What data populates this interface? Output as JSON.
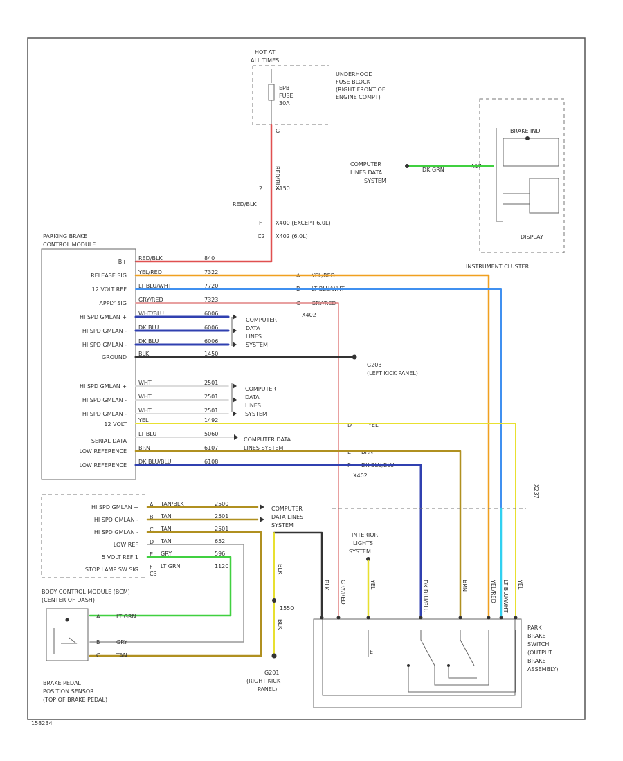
{
  "fuse_block": {
    "hot_label": "HOT AT",
    "hot_sub": "ALL TIMES",
    "fuse_name": "EPB",
    "fuse_word": "FUSE",
    "fuse_rating": "30A",
    "title": [
      "UNDERHOOD",
      "FUSE BLOCK",
      "(RIGHT FRONT OF",
      "ENGINE COMPT)"
    ],
    "pin": "G"
  },
  "feed": {
    "wire_vertical": "RED/BLK",
    "color_label": "RED/BLK",
    "pin_a": "2",
    "conn_a": "X150",
    "pin_b": "F",
    "conn_b": "X400 (EXCEPT 6.0L)",
    "pin_c": "C2",
    "conn_c": "X402 (6.0L)"
  },
  "instrument_cluster": {
    "title": "INSTRUMENT CLUSTER",
    "brake_ind": "BRAKE IND",
    "display": "DISPLAY",
    "pin": "A17",
    "data_label": [
      "COMPUTER",
      "LINES DATA",
      "SYSTEM"
    ],
    "data_wire": "DK GRN"
  },
  "pbcm": {
    "title": [
      "PARKING BRAKE",
      "CONTROL MODULE"
    ],
    "pins": [
      {
        "label": "B+",
        "color": "RED/BLK",
        "circuit": "840"
      },
      {
        "label": "RELEASE SIG",
        "color": "YEL/RED",
        "circuit": "7322"
      },
      {
        "label": "12 VOLT REF",
        "color": "LT BLU/WHT",
        "circuit": "7720"
      },
      {
        "label": "APPLY SIG",
        "color": "GRY/RED",
        "circuit": "7323"
      },
      {
        "label": "HI SPD GMLAN +",
        "color": "WHT/BLU",
        "circuit": "6006"
      },
      {
        "label": "HI SPD GMLAN -",
        "color": "DK BLU",
        "circuit": "6006"
      },
      {
        "label": "HI SPD GMLAN -",
        "color": "DK BLU",
        "circuit": "6006"
      },
      {
        "label": "GROUND",
        "color": "BLK",
        "circuit": "1450"
      },
      {
        "label": "HI SPD GMLAN +",
        "color": "WHT",
        "circuit": "2501"
      },
      {
        "label": "HI SPD GMLAN -",
        "color": "WHT",
        "circuit": "2501"
      },
      {
        "label": "HI SPD GMLAN -",
        "color": "WHT",
        "circuit": "2501"
      },
      {
        "label": "12 VOLT",
        "color": "YEL",
        "circuit": "1492"
      },
      {
        "label": "SERIAL DATA",
        "color": "LT BLU",
        "circuit": "5060"
      },
      {
        "label": "LOW REFERENCE",
        "color": "BRN",
        "circuit": "6107"
      },
      {
        "label": "LOW REFERENCE",
        "color": "DK BLU/BLU",
        "circuit": "6108"
      }
    ],
    "connector_cluster": "X402",
    "conn_pins": [
      "A",
      "B",
      "C"
    ],
    "right_wires": [
      "YEL/RED",
      "LT BLU/WHT",
      "GRY/RED"
    ],
    "data_label_1": [
      "COMPUTER",
      "DATA",
      "LINES",
      "SYSTEM"
    ],
    "data_label_2": [
      "COMPUTER",
      "DATA",
      "LINES",
      "SYSTEM"
    ],
    "serial_label": [
      "COMPUTER DATA",
      "LINES SYSTEM"
    ],
    "ground_name": "G203",
    "ground_loc": "(LEFT KICK PANEL)",
    "low_conn": "X402",
    "low_pins": [
      "D",
      "E",
      "F"
    ],
    "low_wires": [
      "YEL",
      "BRN",
      "DK BLU/BLU"
    ]
  },
  "bcm": {
    "pins": [
      {
        "label": "HI SPD GMLAN +",
        "pin": "A",
        "color": "TAN/BLK",
        "circuit": "2500"
      },
      {
        "label": "HI SPD GMLAN -",
        "pin": "B",
        "color": "TAN",
        "circuit": "2501"
      },
      {
        "label": "HI SPD GMLAN -",
        "pin": "C",
        "color": "TAN",
        "circuit": "2501"
      },
      {
        "label": "LOW REF",
        "pin": "D",
        "color": "TAN",
        "circuit": "652"
      },
      {
        "label": "5 VOLT REF 1",
        "pin": "E",
        "color": "GRY",
        "circuit": "596"
      },
      {
        "label": "STOP LAMP SW SIG",
        "pin": "F",
        "color": "LT GRN",
        "circuit": "1120"
      }
    ],
    "connector": "C3",
    "title": [
      "BODY CONTROL MODULE (BCM)",
      "(CENTER OF DASH)"
    ],
    "data_label": [
      "COMPUTER",
      "DATA LINES",
      "SYSTEM"
    ]
  },
  "sensor": {
    "pins": [
      "A",
      "B",
      "C"
    ],
    "wires": [
      "LT GRN",
      "GRY",
      "TAN"
    ],
    "title": [
      "BRAKE PEDAL",
      "POSITION SENSOR",
      "(TOP OF BRAKE PEDAL)"
    ]
  },
  "g201": {
    "name": "G201",
    "loc": [
      "(RIGHT KICK",
      "PANEL)"
    ],
    "wire_a": "BLK",
    "wire_b": "BLK",
    "circuit": "1550"
  },
  "switch": {
    "title": [
      "PARK",
      "BRAKE",
      "SWITCH",
      "(OUTPUT",
      "BRAKE",
      "ASSEMBLY)"
    ],
    "interior_lights": [
      "INTERIOR",
      "LIGHTS",
      "SYSTEM"
    ],
    "wires": [
      "BLK",
      "GRY/RED",
      "YEL",
      "DK BLU/BLU",
      "BRN",
      "YEL/RED",
      "LT BLU/WHT",
      "YEL"
    ],
    "side_label": "X237"
  },
  "footer": {
    "ref": "158234"
  },
  "colors": {
    "red_wire": "#e05050",
    "orange_wire": "#f0a020",
    "blue_wire": "#4090f0",
    "pink_wire": "#e08080",
    "navy_wire": "#3040b0",
    "black_wire": "#333333",
    "white_wire": "#d0d0d0",
    "yellow_wire": "#e8e030",
    "brown_wire": "#b09020",
    "green_wire": "#40d040",
    "cyan_wire": "#30d0f0"
  }
}
